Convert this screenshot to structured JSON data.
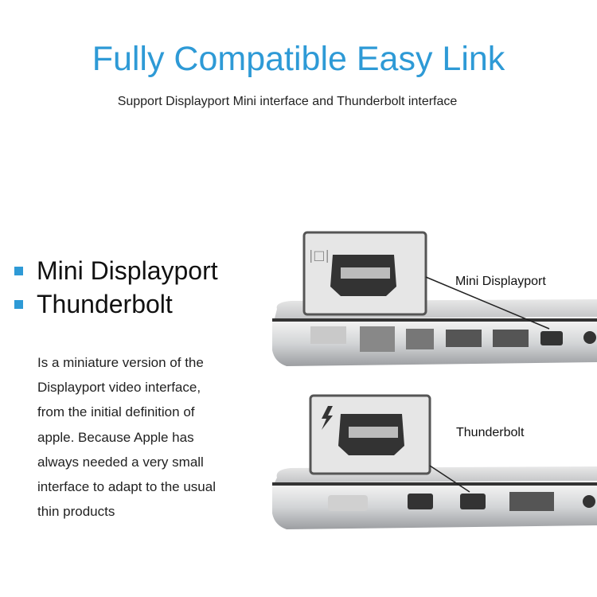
{
  "header": {
    "title": "Fully Compatible Easy Link",
    "subtitle": "Support Displayport Mini interface and Thunderbolt interface"
  },
  "features": [
    {
      "label": "Mini Displayport"
    },
    {
      "label": "Thunderbolt"
    }
  ],
  "description_lines": [
    "Is a miniature version of the",
    "Displayport video interface,",
    "from the initial definition of",
    "apple. Because Apple has",
    "always needed a very small",
    "interface to adapt to the usual",
    "thin products"
  ],
  "callouts": {
    "mini_displayport": "Mini Displayport",
    "thunderbolt": "Thunderbolt"
  },
  "colors": {
    "accent": "#2e9ad6"
  }
}
